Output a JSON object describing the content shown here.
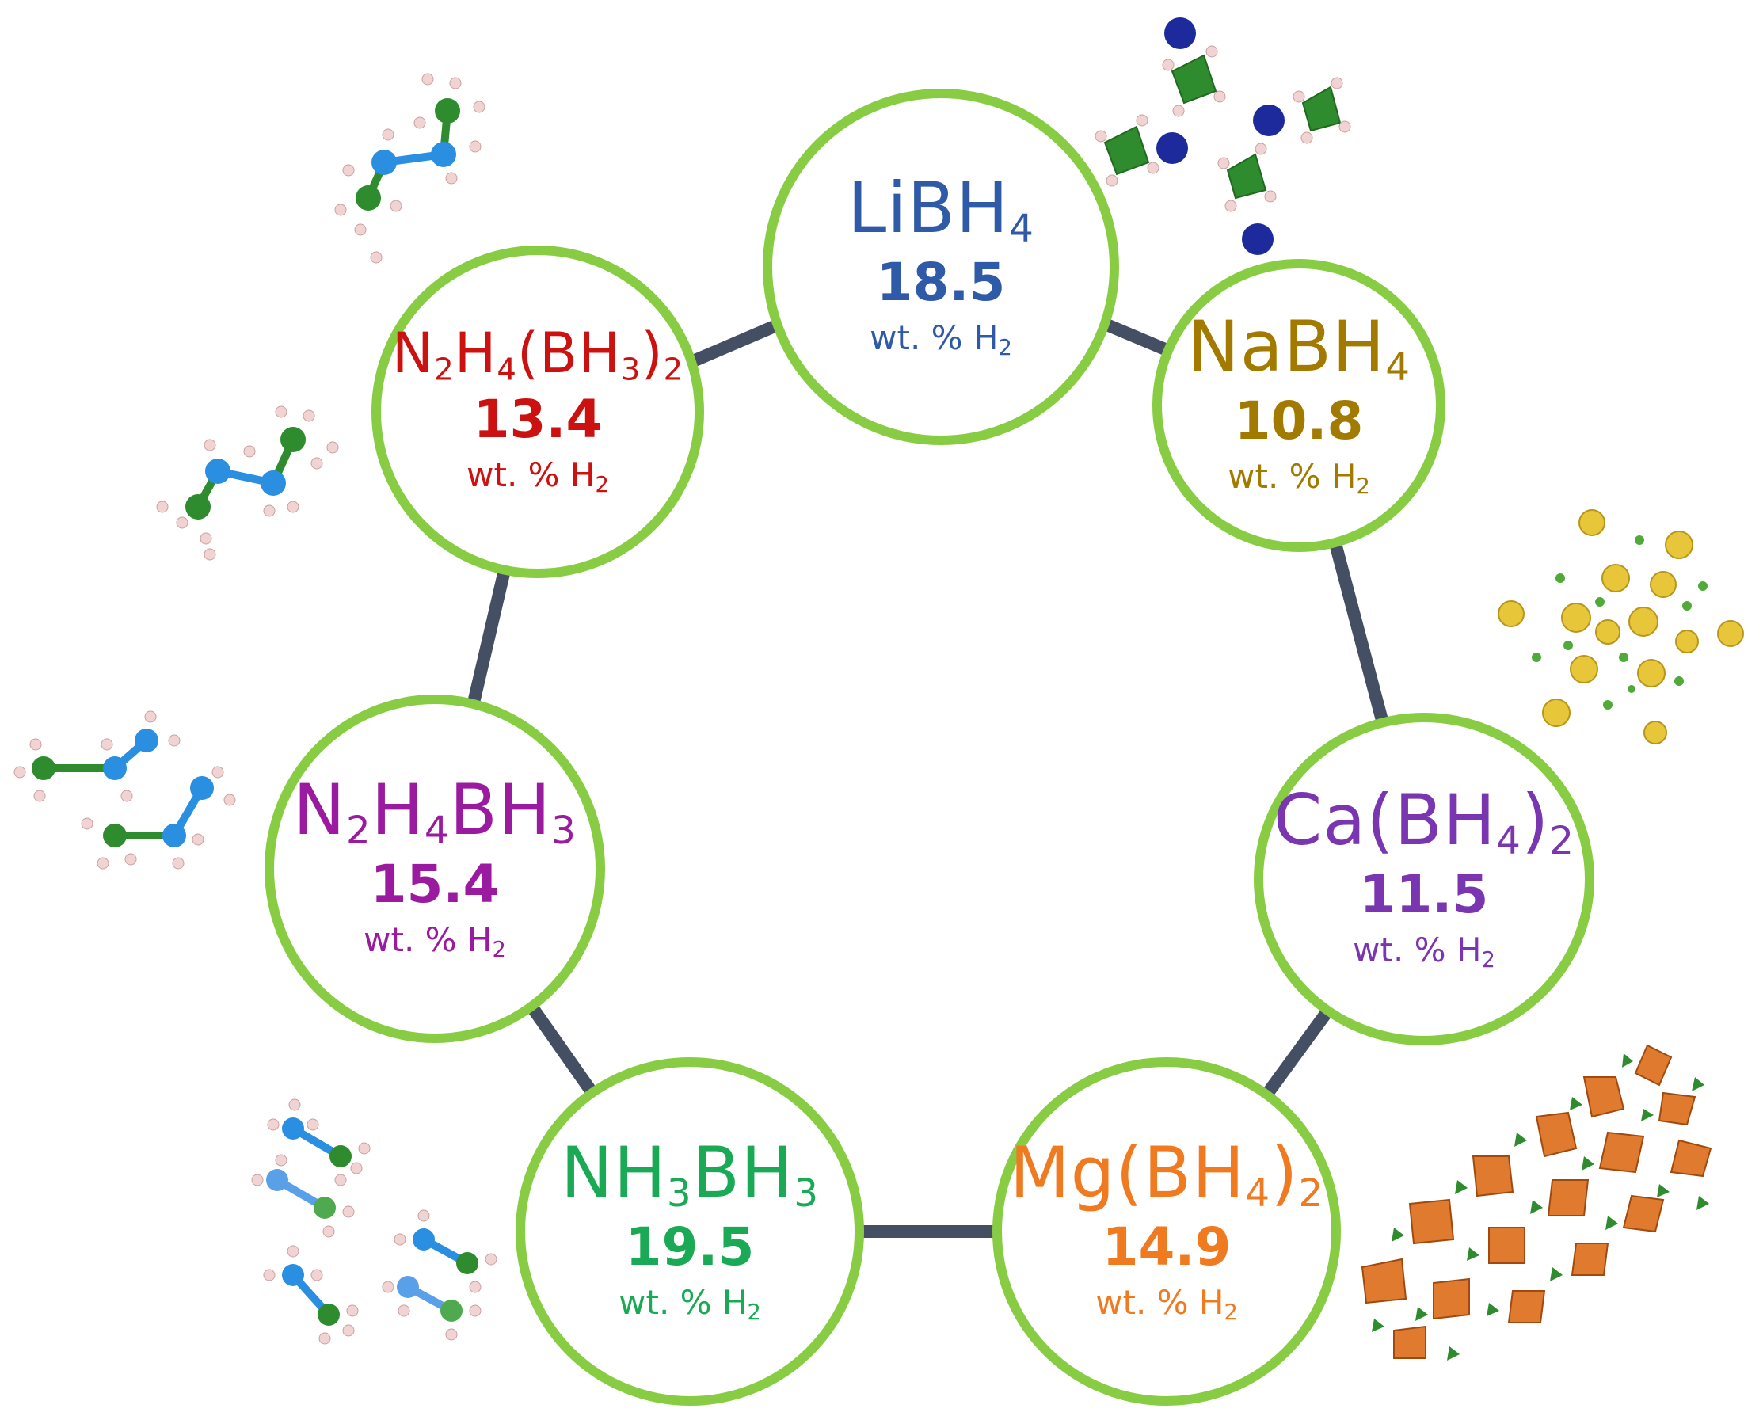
{
  "nodes": [
    {
      "id": "libh4",
      "value": "18.5",
      "unit_prefix": "wt. % H",
      "unit_sub": "2",
      "color": "#2e5aa8",
      "formula": [
        {
          "t": "LiBH"
        },
        {
          "s": "4"
        }
      ]
    },
    {
      "id": "nabh4",
      "value": "10.8",
      "unit_prefix": "wt. % H",
      "unit_sub": "2",
      "color": "#a37a00",
      "formula": [
        {
          "t": "NaBH"
        },
        {
          "s": "4"
        }
      ]
    },
    {
      "id": "cabh42",
      "value": "11.5",
      "unit_prefix": "wt. % H",
      "unit_sub": "2",
      "color": "#7a35b0",
      "formula": [
        {
          "t": "Ca(BH"
        },
        {
          "s": "4"
        },
        {
          "t": ")"
        },
        {
          "s": "2"
        }
      ]
    },
    {
      "id": "mgbh42",
      "value": "14.9",
      "unit_prefix": "wt. % H",
      "unit_sub": "2",
      "color": "#f07a20",
      "formula": [
        {
          "t": "Mg(BH"
        },
        {
          "s": "4"
        },
        {
          "t": ")"
        },
        {
          "s": "2"
        }
      ]
    },
    {
      "id": "nh3bh3",
      "value": "19.5",
      "unit_prefix": "wt. % H",
      "unit_sub": "2",
      "color": "#1aaa55",
      "formula": [
        {
          "t": "NH"
        },
        {
          "s": "3"
        },
        {
          "t": "BH"
        },
        {
          "s": "3"
        }
      ]
    },
    {
      "id": "n2h4bh3",
      "value": "15.4",
      "unit_prefix": "wt. % H",
      "unit_sub": "2",
      "color": "#9a1aa0",
      "formula": [
        {
          "t": "N"
        },
        {
          "s": "2"
        },
        {
          "t": "H"
        },
        {
          "s": "4"
        },
        {
          "t": "BH"
        },
        {
          "s": "3"
        }
      ]
    },
    {
      "id": "n2h4bh32",
      "value": "13.4",
      "unit_prefix": "wt. % H",
      "unit_sub": "2",
      "color": "#cc1111",
      "formula": [
        {
          "t": "N"
        },
        {
          "s": "2"
        },
        {
          "t": "H"
        },
        {
          "s": "4"
        },
        {
          "t": "(BH"
        },
        {
          "s": "3"
        },
        {
          "t": ")"
        },
        {
          "s": "2"
        }
      ]
    }
  ],
  "colors": {
    "circle_border": "#88cc44",
    "connector": "#454f63",
    "boron_green": "#2e8b2e",
    "nitrogen_blue": "#2a8fe0",
    "hydrogen_pink": "#f2d3d3",
    "lithium_navy": "#1c2a9c",
    "sodium_gold": "#e8c63a",
    "magnesium_orange": "#e07a2e"
  },
  "decorations": [
    {
      "id": "libh4-structure",
      "icon": "lithium-borohydride-crystal-icon"
    },
    {
      "id": "nabh4-structure",
      "icon": "sodium-borohydride-crystal-icon"
    },
    {
      "id": "mgbh42-structure",
      "icon": "magnesium-borohydride-crystal-icon"
    },
    {
      "id": "nh3bh3-molecules",
      "icon": "ammonia-borane-molecules-icon"
    },
    {
      "id": "n2h4bh3-molecules",
      "icon": "hydrazine-borane-molecules-icon"
    },
    {
      "id": "n2h4bh32-molecule-upper",
      "icon": "hydrazine-bisborane-molecule-icon"
    },
    {
      "id": "n2h4bh32-molecule-lower",
      "icon": "hydrazine-bisborane-molecule-icon"
    }
  ]
}
